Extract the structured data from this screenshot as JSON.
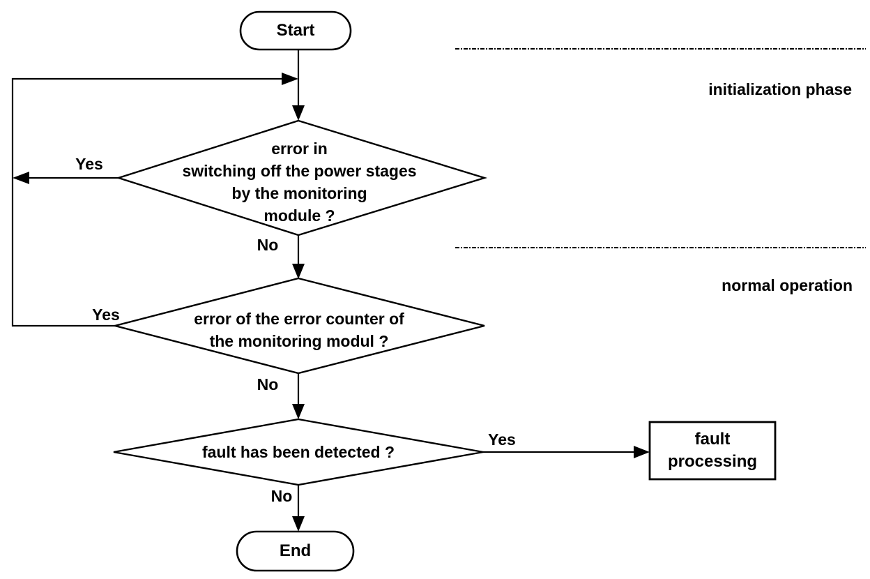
{
  "diagram": {
    "nodes": {
      "start": {
        "label": "Start",
        "shape": "terminator"
      },
      "decision1": {
        "shape": "decision",
        "lines": [
          "error in",
          "switching off the power stages",
          "by the monitoring",
          "module ?"
        ]
      },
      "decision2": {
        "shape": "decision",
        "lines": [
          "error of the error counter of",
          "the monitoring modul ?"
        ]
      },
      "decision3": {
        "shape": "decision",
        "lines": [
          "fault has been detected ?"
        ]
      },
      "fault_processing": {
        "shape": "process",
        "lines": [
          "fault",
          "processing"
        ]
      },
      "end": {
        "label": "End",
        "shape": "terminator"
      }
    },
    "edge_labels": {
      "decision1_yes": "Yes",
      "decision1_no": "No",
      "decision2_yes": "Yes",
      "decision2_no": "No",
      "decision3_yes": "Yes",
      "decision3_no": "No"
    },
    "phase_labels": {
      "initialization": "initialization phase",
      "normal": "normal operation"
    },
    "colors": {
      "stroke": "#000000",
      "shape_fill": "#ffffff",
      "background": "#ffffff"
    }
  }
}
